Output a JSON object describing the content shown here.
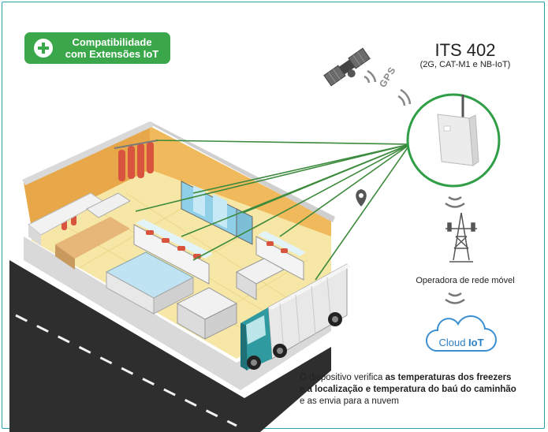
{
  "badge": {
    "line1": "Compatibilidade",
    "line2": "com Extensões IoT",
    "icon": "plus-circle-icon",
    "color": "#3aa84a"
  },
  "device": {
    "name": "ITS 402",
    "subtitle": "(2G, CAT-M1 e NB-IoT)",
    "icon": "tracker-device-icon",
    "ring_color": "#2f9e46"
  },
  "gps": {
    "label": "GPS",
    "icon": "satellite-icon"
  },
  "network": {
    "label": "Operadora de rede móvel",
    "icon": "cell-tower-icon"
  },
  "cloud": {
    "label_pre": "Cloud ",
    "label_bold": "IoT",
    "icon": "cloud-icon",
    "color": "#2b7fc3"
  },
  "description": {
    "p1": "O dispositivo verifica ",
    "b1": "as temperaturas dos freezers",
    "p2": "e ",
    "b2": "a localização e temperatura do baú do caminhão",
    "p3": "e as envia para a nuvem"
  },
  "colors": {
    "frame": "#2aa0a8",
    "link_lines": "#3c8a3c",
    "floor": "#f7e7a6",
    "wall": "#e8a84a",
    "road": "#2e2e2e",
    "truck_cab": "#2f9aa0"
  }
}
